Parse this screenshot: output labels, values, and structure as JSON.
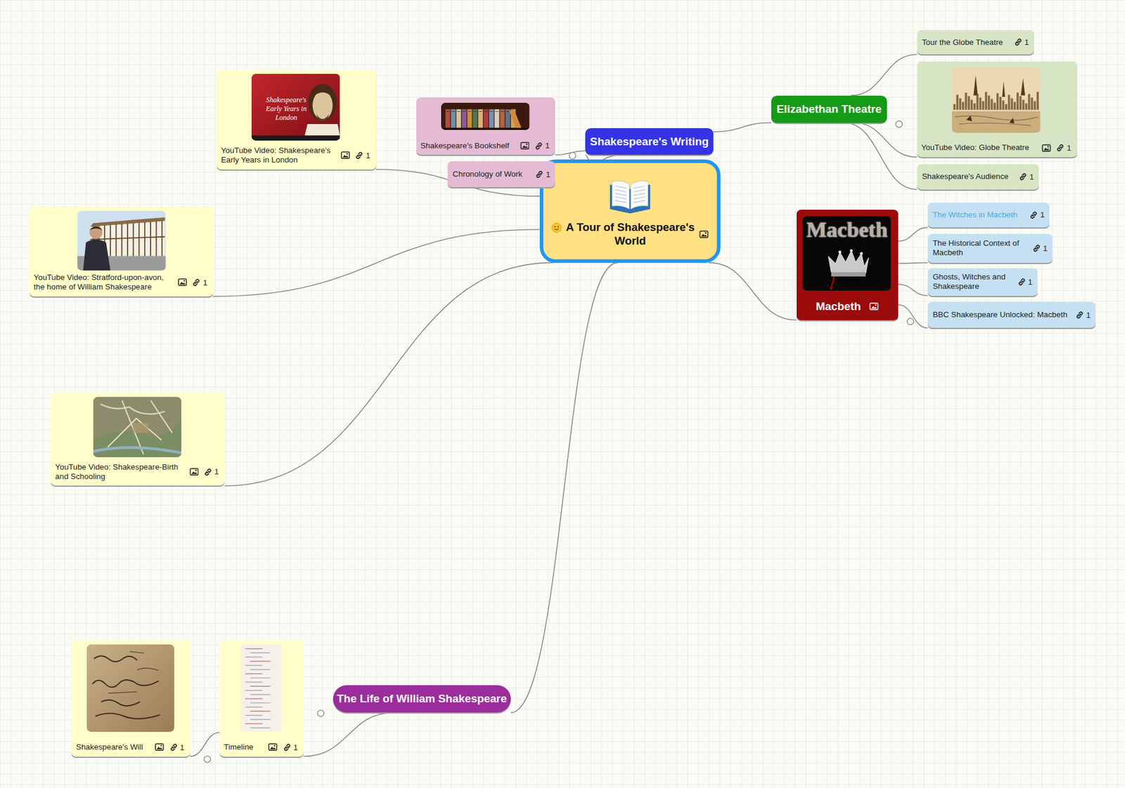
{
  "diagram": {
    "nodes": [
      {
        "text": [
          "A Tour of Shakespeare's World"
        ]
      },
      {
        "text": [
          "Shakespeare's Writing"
        ]
      },
      {
        "text": [
          "Shakespeare's Bookshelf",
          "1"
        ]
      },
      {
        "text": [
          "Chronology of Work",
          "1"
        ]
      },
      {
        "text": [
          "Elizabethan Theatre"
        ]
      },
      {
        "text": [
          "Tour the Globe Theatre",
          "1"
        ]
      },
      {
        "text": [
          "YouTube Video: Globe Theatre",
          "1"
        ]
      },
      {
        "text": [
          "Shakespeare's Audience",
          "1"
        ]
      },
      {
        "text": [
          "Macbeth",
          "Macbeth"
        ]
      },
      {
        "text": [
          "The Witches in Macbeth",
          "1"
        ]
      },
      {
        "text": [
          "The Historical Context of Macbeth",
          "1"
        ]
      },
      {
        "text": [
          "Ghosts, Witches and Shakespeare",
          "1"
        ]
      },
      {
        "text": [
          "BBC Shakespeare Unlocked: Macbeth",
          "1"
        ]
      },
      {
        "text": [
          "Shakespeare's Early Years in London",
          "YouTube Video: Shakespeare's Early Years in London",
          "1"
        ]
      },
      {
        "text": [
          "YouTube Video: Stratford-upon-avon, the home of William Shakespeare",
          "1"
        ]
      },
      {
        "text": [
          "YouTube Video: Shakespeare-Birth and Schooling",
          "1"
        ]
      },
      {
        "text": [
          "The Life of William Shakespeare"
        ]
      },
      {
        "text": [
          "Timeline",
          "1"
        ]
      },
      {
        "text": [
          "Shakespeare's Will",
          "1"
        ]
      }
    ],
    "edges": [
      {
        "from": 0,
        "to": 1,
        "arrow": "none"
      },
      {
        "from": 1,
        "to": 2,
        "arrow": "none"
      },
      {
        "from": 1,
        "to": 3,
        "arrow": "none"
      },
      {
        "from": 1,
        "to": 4,
        "arrow": "none"
      },
      {
        "from": 4,
        "to": 5,
        "arrow": "none"
      },
      {
        "from": 4,
        "to": 6,
        "arrow": "none"
      },
      {
        "from": 4,
        "to": 7,
        "arrow": "none"
      },
      {
        "from": 0,
        "to": 8,
        "arrow": "none"
      },
      {
        "from": 8,
        "to": 9,
        "arrow": "none"
      },
      {
        "from": 8,
        "to": 10,
        "arrow": "none"
      },
      {
        "from": 8,
        "to": 11,
        "arrow": "none"
      },
      {
        "from": 8,
        "to": 12,
        "arrow": "none"
      },
      {
        "from": 0,
        "to": 13,
        "arrow": "none"
      },
      {
        "from": 0,
        "to": 14,
        "arrow": "none"
      },
      {
        "from": 0,
        "to": 15,
        "arrow": "none"
      },
      {
        "from": 0,
        "to": 16,
        "arrow": "none"
      },
      {
        "from": 16,
        "to": 17,
        "arrow": "none"
      },
      {
        "from": 17,
        "to": 18,
        "arrow": "none"
      }
    ]
  }
}
